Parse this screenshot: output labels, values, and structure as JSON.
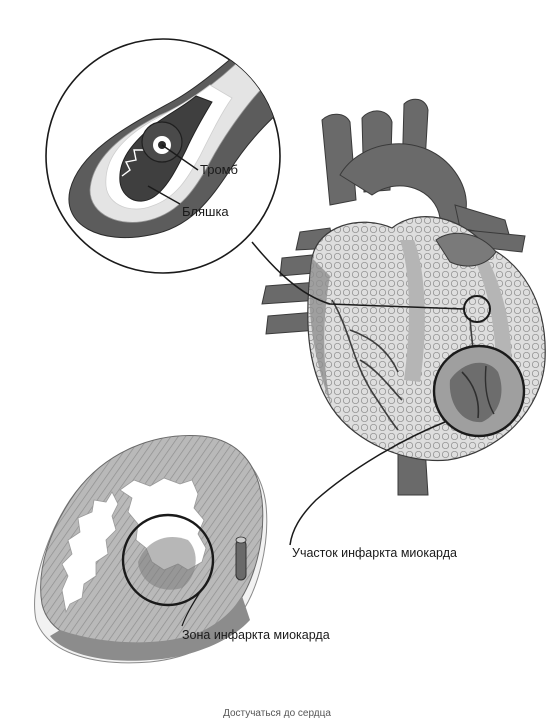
{
  "labels": {
    "thrombus": "Тромб",
    "plaque": "Бляшка",
    "infarct_site": "Участок инфаркта миокарда",
    "infarct_zone": "Зона инфаркта миокарда"
  },
  "caption": "Достучаться до сердца",
  "colors": {
    "background": "#ffffff",
    "outline": "#1a1a1a",
    "vessel_dark": "#5f5f5f",
    "tissue_light": "#d4d4d4",
    "muscle_mid": "#a8a8a8",
    "text": "#1a1a1a",
    "caption": "#555555"
  }
}
